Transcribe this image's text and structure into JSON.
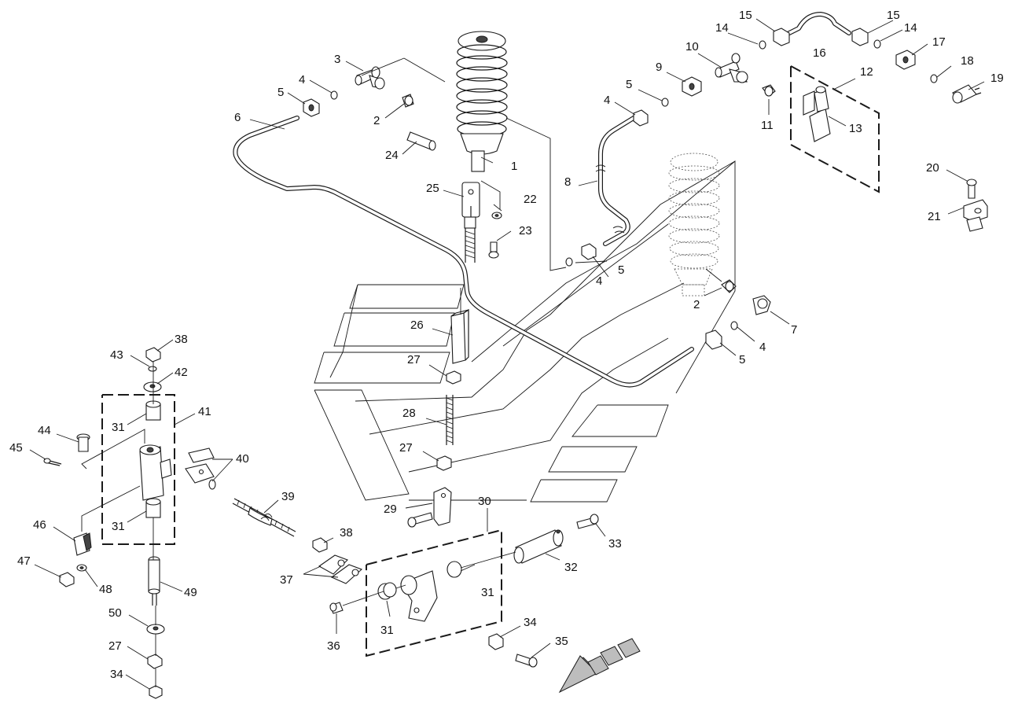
{
  "callouts": {
    "c1": "1",
    "c2a": "2",
    "c2b": "2",
    "c3": "3",
    "c4a": "4",
    "c4b": "4",
    "c4c": "4",
    "c4d": "4",
    "c5a": "5",
    "c5b": "5",
    "c5c": "5",
    "c5d": "5",
    "c6": "6",
    "c7": "7",
    "c8": "8",
    "c9": "9",
    "c10": "10",
    "c11": "11",
    "c12": "12",
    "c13": "13",
    "c14a": "14",
    "c14b": "14",
    "c15a": "15",
    "c15b": "15",
    "c16": "16",
    "c17": "17",
    "c18": "18",
    "c19": "19",
    "c20": "20",
    "c21": "21",
    "c22": "22",
    "c23": "23",
    "c24": "24",
    "c25": "25",
    "c26": "26",
    "c27a": "27",
    "c27b": "27",
    "c27c": "27",
    "c28": "28",
    "c29": "29",
    "c30": "30",
    "c31a": "31",
    "c31b": "31",
    "c31c": "31",
    "c31d": "31",
    "c32": "32",
    "c33": "33",
    "c34a": "34",
    "c34b": "34",
    "c35": "35",
    "c36": "36",
    "c37": "37",
    "c38a": "38",
    "c38b": "38",
    "c39": "39",
    "c40": "40",
    "c41": "41",
    "c42": "42",
    "c43": "43",
    "c44": "44",
    "c45": "45",
    "c46": "46",
    "c47": "47",
    "c48": "48",
    "c49": "49",
    "c50": "50"
  },
  "colors": {
    "line": "#1a1a1a",
    "background": "#ffffff",
    "shade": "#bdbdbd"
  }
}
